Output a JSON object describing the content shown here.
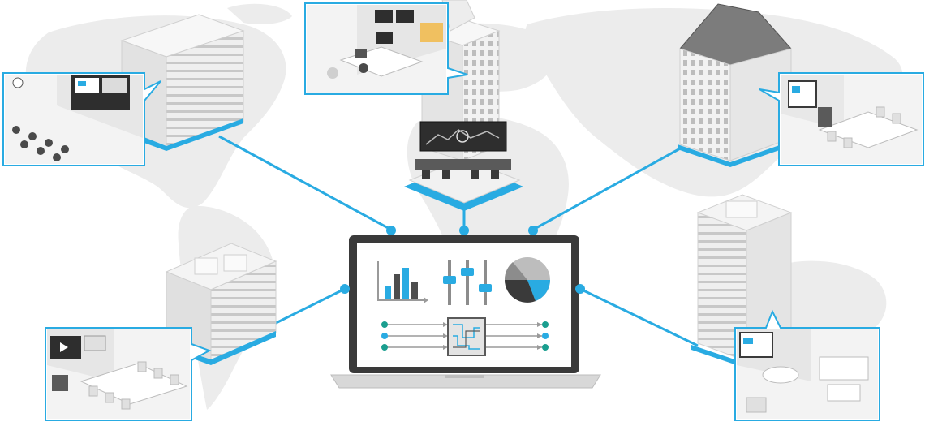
{
  "diagram": {
    "colors": {
      "accent": "#29abe2",
      "map": "#ececec",
      "building_light": "#f4f4f4",
      "building_mid": "#dcdcdc",
      "building_dark": "#bcbcbc",
      "laptop_body": "#3a3a3a",
      "laptop_base": "#d8d8d8",
      "screen": "#ffffff",
      "icon_dark": "#4d4d4d",
      "icon_mid": "#8c8c8c",
      "teal": "#1a9e8f"
    },
    "hub": {
      "name": "central-management-laptop",
      "icons": [
        "bar-chart-icon",
        "mixer-sliders-icon",
        "pie-chart-icon",
        "signal-routing-matrix-icon"
      ]
    },
    "sites": [
      {
        "name": "office-tower-auditorium",
        "room": "auditorium-with-video-wall"
      },
      {
        "name": "skyscraper-control-room",
        "room": "office-desk-with-displays"
      },
      {
        "name": "classic-building-boardroom",
        "room": "boardroom-with-display"
      },
      {
        "name": "low-rise-building-meeting-room",
        "room": "meeting-room-with-display"
      },
      {
        "name": "tall-tower-lounge",
        "room": "lounge-with-display"
      }
    ]
  }
}
